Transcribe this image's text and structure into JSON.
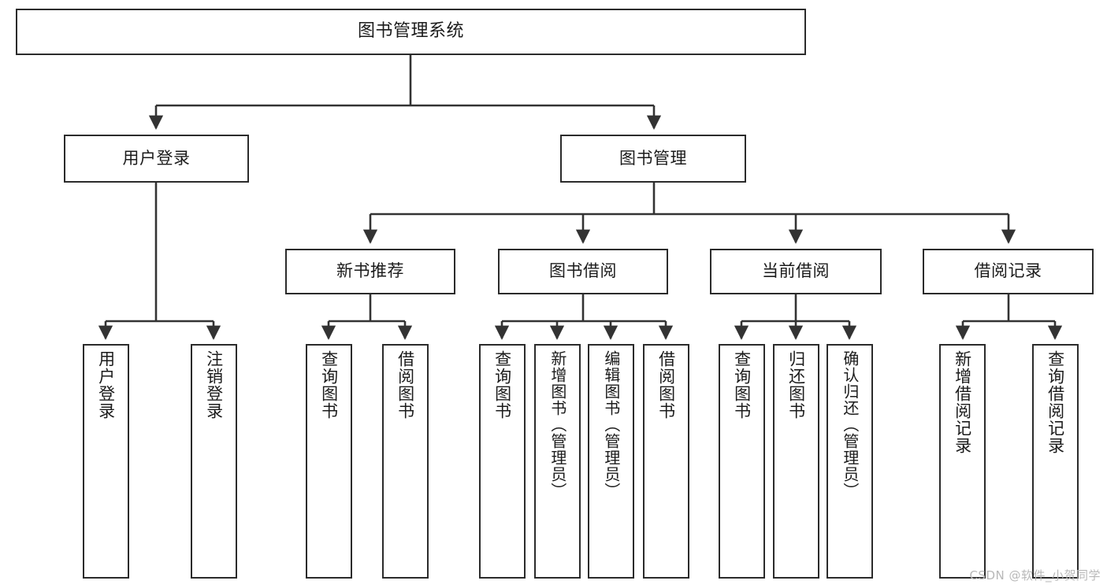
{
  "diagram": {
    "title": "图书管理系统",
    "type": "tree-hierarchy-diagram",
    "colors": {
      "box_border": "#2b2b2b",
      "box_fill": "#ffffff",
      "connector": "#333333",
      "text": "#1b1b1b",
      "watermark": "#b8b8b8",
      "background": "#ffffff"
    },
    "root": {
      "label": "图书管理系统"
    },
    "level1": [
      {
        "label": "用户登录"
      },
      {
        "label": "图书管理"
      }
    ],
    "level2": [
      {
        "label": "新书推荐"
      },
      {
        "label": "图书借阅"
      },
      {
        "label": "当前借阅"
      },
      {
        "label": "借阅记录"
      }
    ],
    "leaves": {
      "user_login": [
        {
          "label": "用户登录"
        },
        {
          "label": "注销登录"
        }
      ],
      "new_book_recommend": [
        {
          "label": "查询图书"
        },
        {
          "label": "借阅图书"
        }
      ],
      "book_borrow": [
        {
          "label": "查询图书"
        },
        {
          "label": "新增图书（管理员）"
        },
        {
          "label": "编辑图书（管理员）"
        },
        {
          "label": "借阅图书"
        }
      ],
      "current_borrow": [
        {
          "label": "查询图书"
        },
        {
          "label": "归还图书"
        },
        {
          "label": "确认归还（管理员）"
        }
      ],
      "borrow_record": [
        {
          "label": "新增借阅记录"
        },
        {
          "label": "查询借阅记录"
        }
      ]
    }
  },
  "watermark": {
    "text": "CSDN @软件_小贺同学"
  }
}
